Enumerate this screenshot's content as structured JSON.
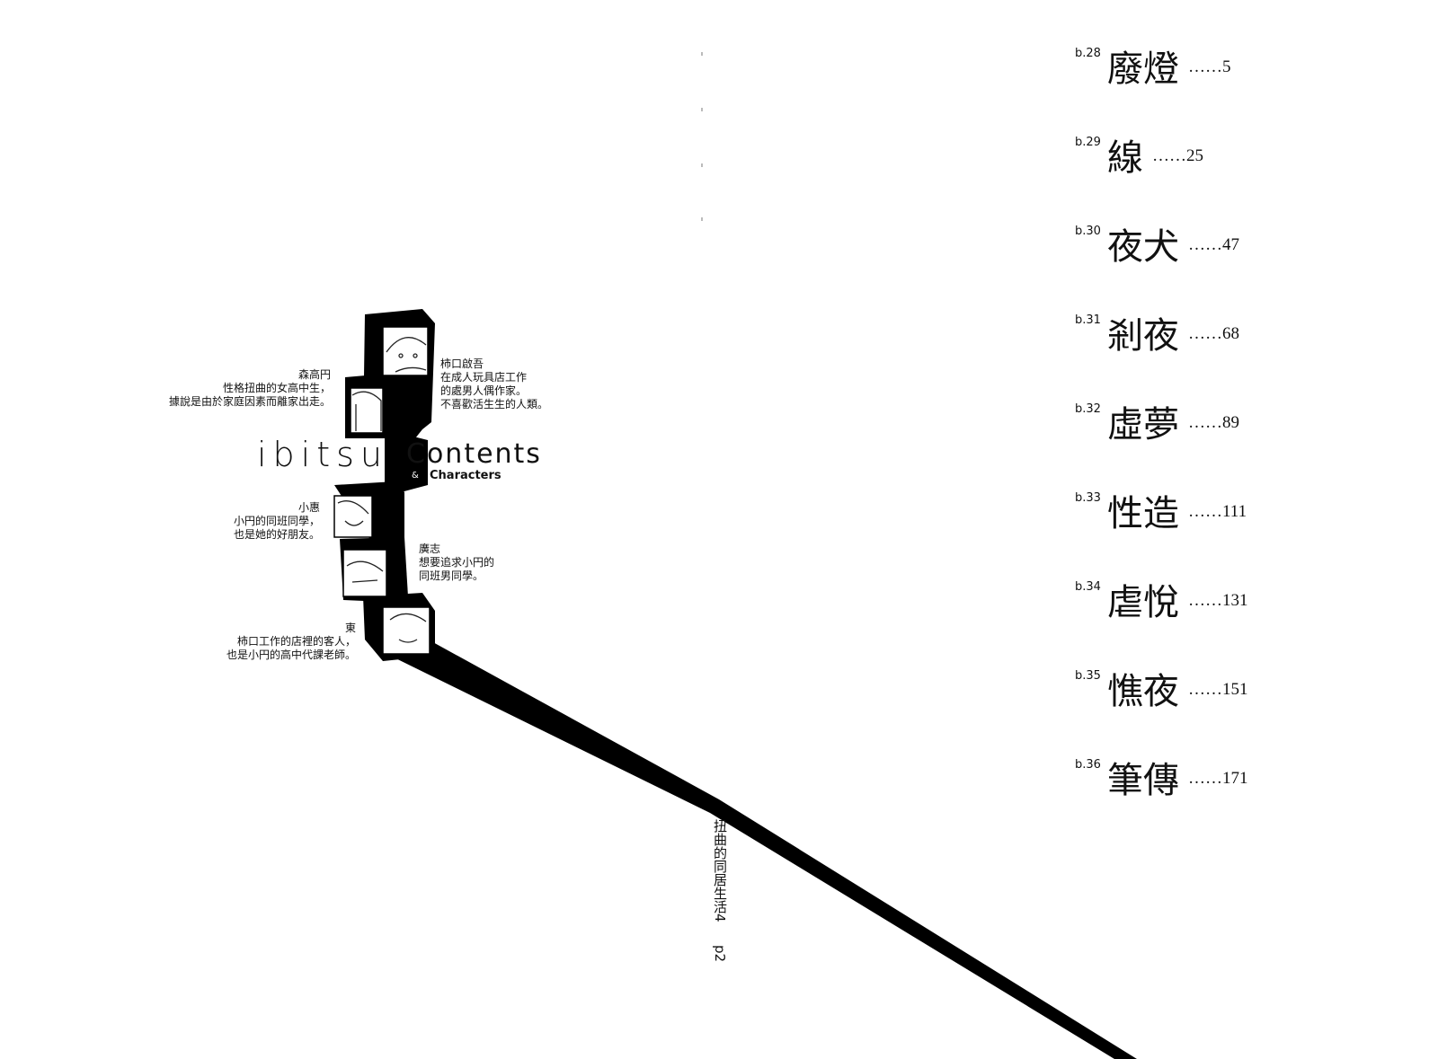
{
  "book_title": "扭曲的同居生活4",
  "page_label": "p2",
  "header": {
    "series": "ibitsu",
    "contents": "Contents",
    "ampersand": "&",
    "characters": "Characters"
  },
  "characters": [
    {
      "name": "柿口啟吾",
      "desc": [
        "在成人玩具店工作",
        "的處男人偶作家。",
        "不喜歡活生生的人類。"
      ]
    },
    {
      "name": "森高円",
      "desc": [
        "性格扭曲的女高中生，",
        "據說是由於家庭因素而離家出走。"
      ]
    },
    {
      "name": "小惠",
      "desc": [
        "小円的同班同學，",
        "也是她的好朋友。"
      ]
    },
    {
      "name": "廣志",
      "desc": [
        "想要追求小円的",
        "同班男同學。"
      ]
    },
    {
      "name": "東",
      "desc": [
        "柿口工作的店裡的客人，",
        "也是小円的高中代課老師。"
      ]
    }
  ],
  "toc": [
    {
      "num": "b.28",
      "title": "廢燈",
      "dots": "……",
      "page": "5"
    },
    {
      "num": "b.29",
      "title": "線",
      "dots": "……",
      "page": "25"
    },
    {
      "num": "b.30",
      "title": "夜犬",
      "dots": "……",
      "page": "47"
    },
    {
      "num": "b.31",
      "title": "剎夜",
      "dots": "……",
      "page": "68"
    },
    {
      "num": "b.32",
      "title": "虛夢",
      "dots": "……",
      "page": "89"
    },
    {
      "num": "b.33",
      "title": "性造",
      "dots": "……",
      "page": "111"
    },
    {
      "num": "b.34",
      "title": "虐悅",
      "dots": "……",
      "page": "131"
    },
    {
      "num": "b.35",
      "title": "憔夜",
      "dots": "……",
      "page": "151"
    },
    {
      "num": "b.36",
      "title": "筆傳",
      "dots": "……",
      "page": "171"
    }
  ]
}
